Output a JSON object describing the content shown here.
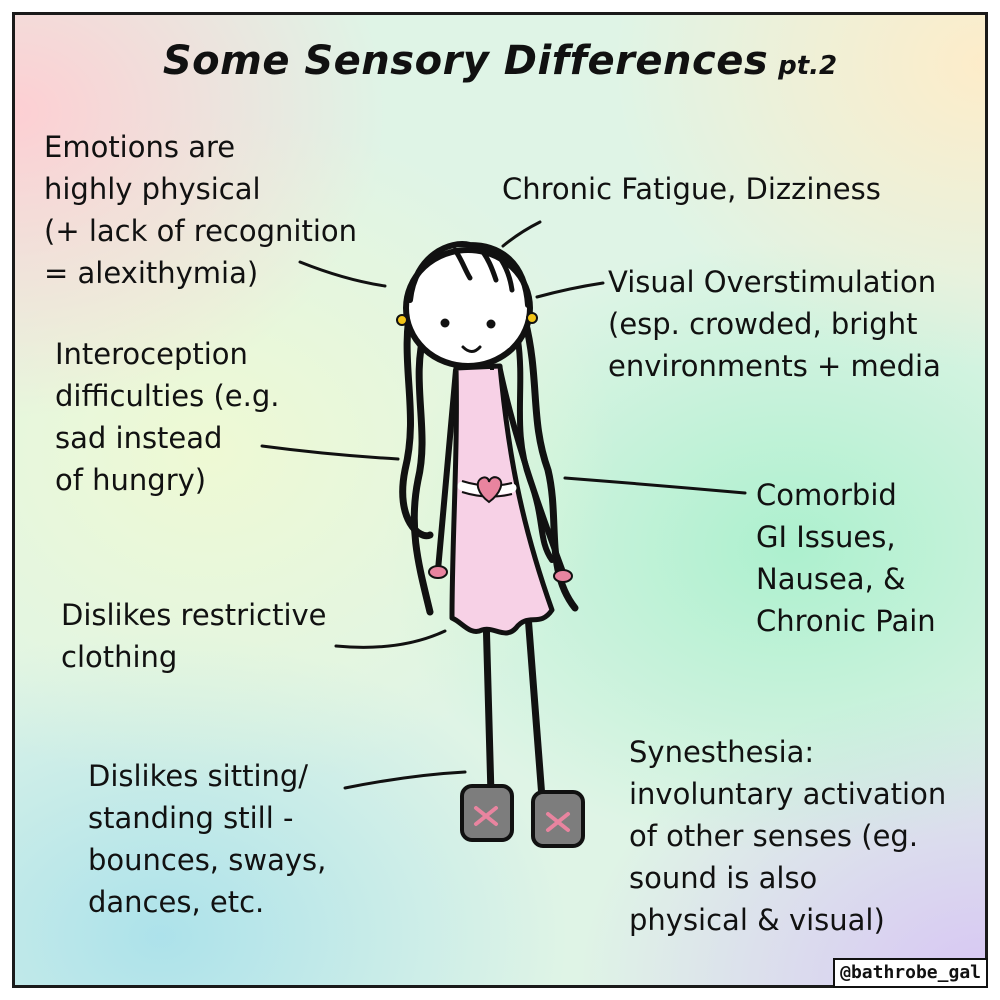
{
  "title": "Some Sensory Differences",
  "subtitle": "pt.2",
  "labels": {
    "emotions": "Emotions are\nhighly physical\n(+ lack of recognition\n= alexithymia)",
    "fatigue": "Chronic Fatigue, Dizziness",
    "visual": "Visual Overstimulation\n(esp. crowded, bright\nenvironments + media",
    "interoception": "Interoception\ndifficulties (e.g.\nsad instead\nof hungry)",
    "gi": "Comorbid\nGI Issues,\nNausea, &\nChronic Pain",
    "clothing": "Dislikes restrictive\nclothing",
    "sitting": "Dislikes sitting/\nstanding still -\nbounces, sways,\ndances, etc.",
    "synesthesia": "Synesthesia:\ninvoluntary activation\nof other senses (eg.\nsound is also\nphysical & visual)"
  },
  "watermark": "@bathrobe_gal",
  "colors": {
    "dress": "#f7d1e6",
    "accent_pink": "#e8849f",
    "shoes": "#7d7d7d",
    "earrings": "#f2c418",
    "outline": "#111111"
  }
}
